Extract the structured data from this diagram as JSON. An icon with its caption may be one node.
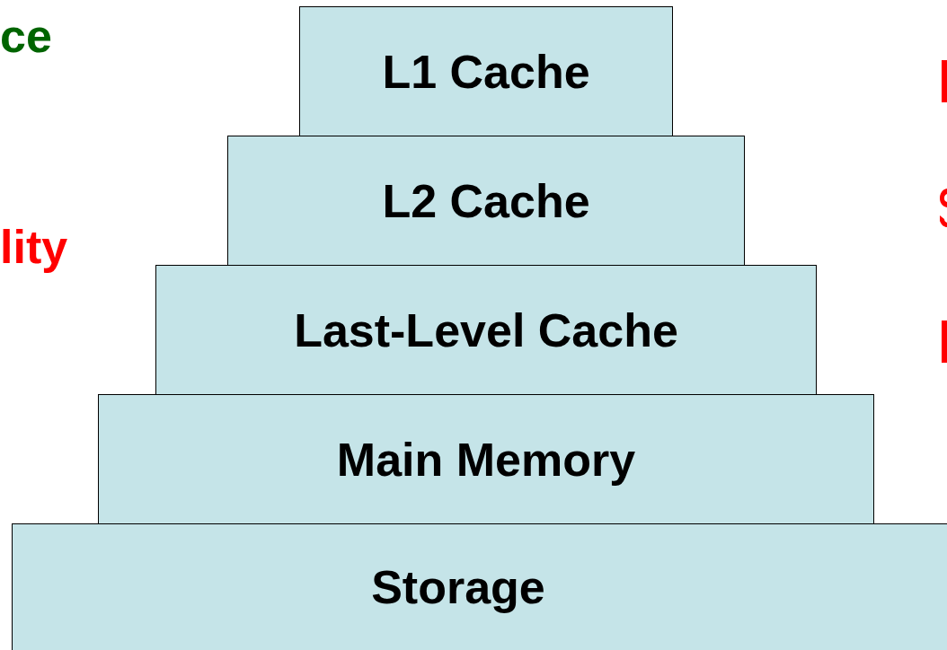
{
  "diagram": {
    "nodes": [
      {
        "text": [
          "L1 Cache"
        ]
      },
      {
        "text": [
          "L2 Cache"
        ]
      },
      {
        "text": [
          "Last-Level Cache"
        ]
      },
      {
        "text": [
          "Main Memory"
        ]
      },
      {
        "text": [
          "Storage"
        ]
      }
    ],
    "labels": [
      "ce",
      "lity"
    ]
  }
}
